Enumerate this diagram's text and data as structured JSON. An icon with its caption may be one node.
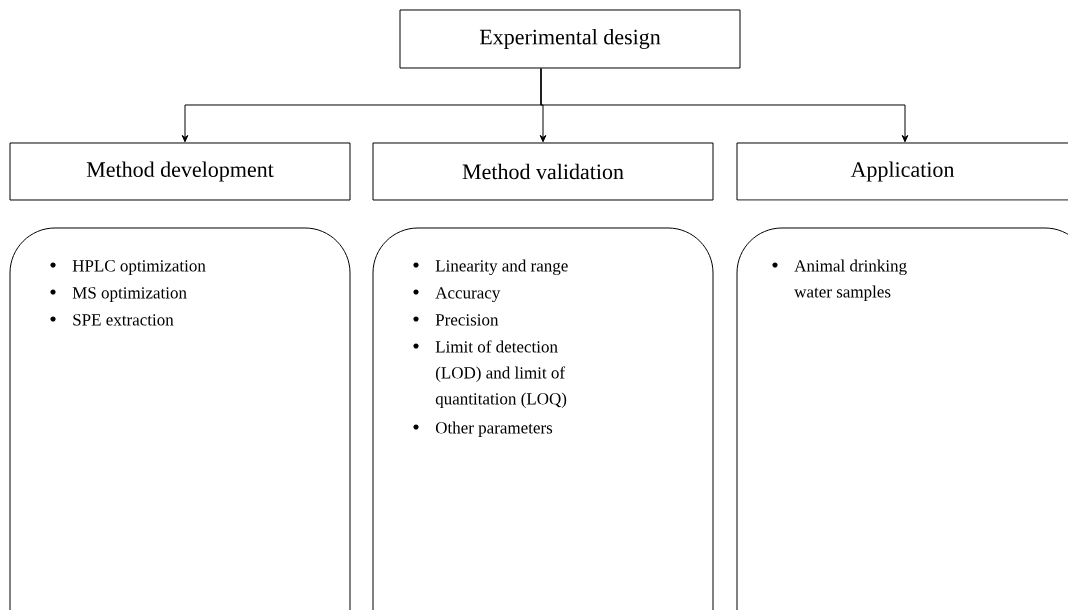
{
  "diagram": {
    "nodes": [
      {
        "text": [
          "Experimental design"
        ]
      },
      {
        "text": [
          "Method development"
        ]
      },
      {
        "text": [
          "Method validation"
        ]
      },
      {
        "text": [
          "Application"
        ]
      },
      {
        "text": [
          "HPLC optimization",
          "MS optimization",
          "SPE extraction"
        ]
      },
      {
        "text": [
          "Linearity and range",
          "Accuracy",
          "Precision",
          "Limit of detection (LOD) and limit of quantitation (LOQ)",
          "Other parameters"
        ]
      },
      {
        "text": [
          "Animal drinking water samples"
        ]
      }
    ],
    "edges": [
      {
        "from": 0,
        "to": 1,
        "arrow": "to"
      },
      {
        "from": 0,
        "to": 2,
        "arrow": "to"
      },
      {
        "from": 0,
        "to": 3,
        "arrow": "to"
      }
    ]
  }
}
